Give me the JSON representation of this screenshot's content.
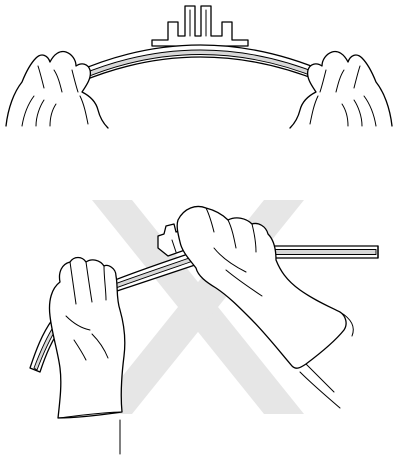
{
  "figure": {
    "panels": [
      {
        "id": "correct-method"
      },
      {
        "id": "incorrect-method",
        "mark": "cross"
      }
    ],
    "colors": {
      "line": "#000000",
      "background": "#ffffff",
      "cross_mark": "#e6e6e6",
      "strip_fill": "#d9d9d9"
    }
  }
}
